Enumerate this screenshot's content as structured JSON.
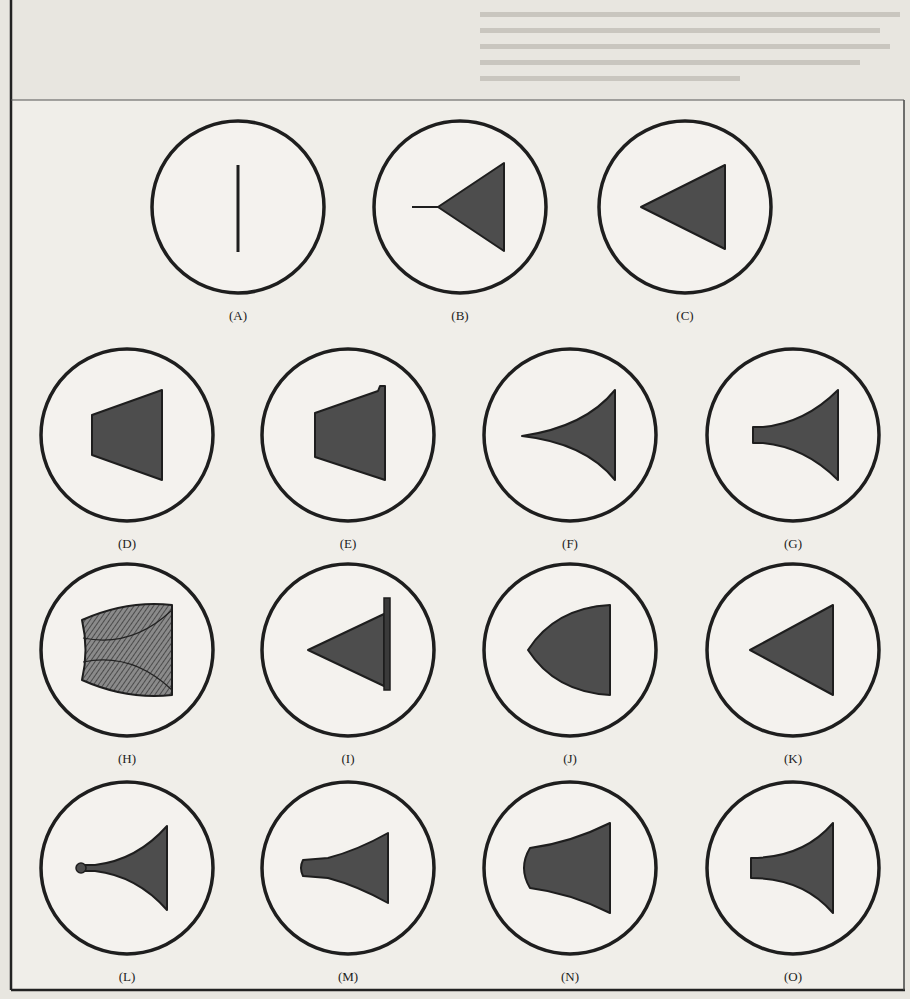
{
  "diagram": {
    "nodes": [
      {
        "text": [
          "(A)"
        ]
      },
      {
        "text": [
          "(B)"
        ]
      },
      {
        "text": [
          "(C)"
        ]
      },
      {
        "text": [
          "(D)"
        ]
      },
      {
        "text": [
          "(E)"
        ]
      },
      {
        "text": [
          "(F)"
        ]
      },
      {
        "text": [
          "(G)"
        ]
      },
      {
        "text": [
          "(H)"
        ]
      },
      {
        "text": [
          "(I)"
        ]
      },
      {
        "text": [
          "(J)"
        ]
      },
      {
        "text": [
          "(K)"
        ]
      },
      {
        "text": [
          "(L)"
        ]
      },
      {
        "text": [
          "(M)"
        ]
      },
      {
        "text": [
          "(N)"
        ]
      },
      {
        "text": [
          "(O)"
        ]
      }
    ]
  }
}
